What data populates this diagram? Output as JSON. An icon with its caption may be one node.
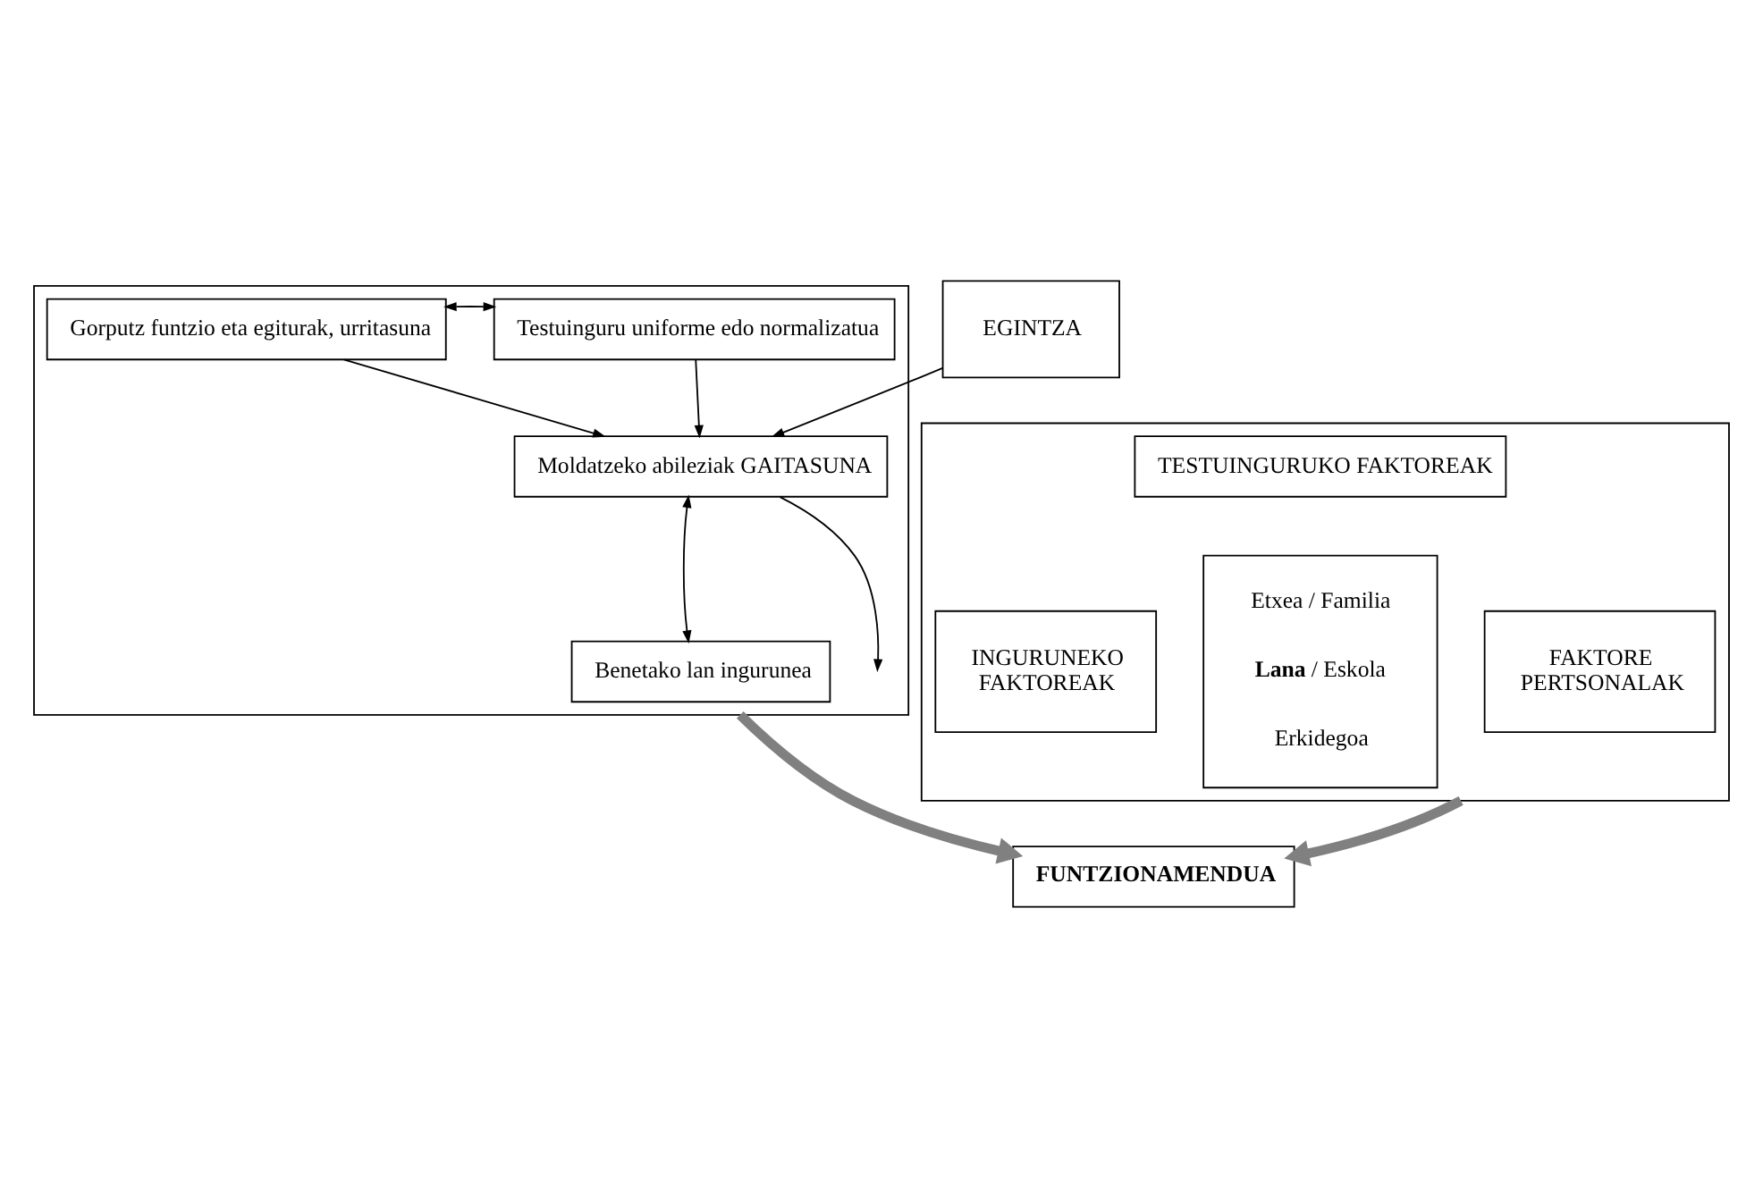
{
  "diagram": {
    "nodes": [
      {
        "text": [],
        "shape": "box"
      },
      {
        "text": [
          "Gorputz funtzio eta egiturak, urritasuna"
        ],
        "in": 0
      },
      {
        "text": [
          "Testuinguru uniforme edo normalizatua"
        ],
        "in": 0
      },
      {
        "text": [
          "EGINTZA"
        ]
      },
      {
        "text": [
          "Moldatzeko abileziak GAITASUNA"
        ],
        "in": 0
      },
      {
        "text": [
          "Benetako lan ingurunea"
        ],
        "in": 0
      },
      {
        "text": [],
        "shape": "box"
      },
      {
        "text": [
          "TESTUINGURUKO FAKTOREAK"
        ],
        "in": 6
      },
      {
        "text": [
          "INGURUNEKO",
          "FAKTOREAK"
        ],
        "in": 6
      },
      {
        "text": [
          "Etxea / Familia",
          "**Lana** / Eskola",
          "Erkidegoa"
        ],
        "in": 6
      },
      {
        "text": [
          "FAKTORE",
          "PERTSONALAK"
        ],
        "in": 6
      },
      {
        "text": [
          "FUNTZIONAMENDUA"
        ]
      }
    ],
    "edges": [
      {
        "from": 1,
        "to": 2,
        "arrow": "both"
      },
      {
        "from": 1,
        "to": 4,
        "arrow": "to"
      },
      {
        "from": 2,
        "to": 4,
        "arrow": "to"
      },
      {
        "from": 3,
        "to": 4,
        "arrow": "to"
      },
      {
        "from": 4,
        "to": 5,
        "arrow": "both"
      },
      {
        "from": 4,
        "to": null,
        "arrow": "to"
      },
      {
        "from": 0,
        "to": 11,
        "arrow": "to",
        "style": "thick",
        "color": "#808080"
      },
      {
        "from": 6,
        "to": 11,
        "arrow": "to",
        "style": "thick",
        "color": "#808080"
      }
    ]
  }
}
